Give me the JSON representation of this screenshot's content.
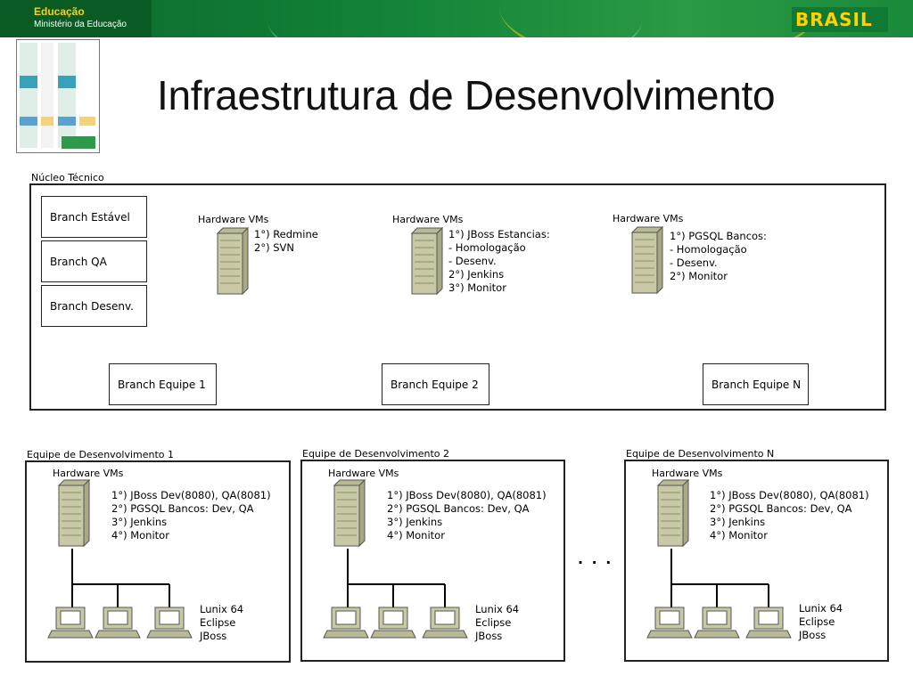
{
  "header": {
    "brand_title": "Educação",
    "brand_subtitle": "Ministério da Educação",
    "logo_text": "BRASIL"
  },
  "title": "Infraestrutura de Desenvolvimento",
  "core": {
    "label": "Núcleo Técnico",
    "branches": [
      "Branch Estável",
      "Branch QA",
      "Branch Desenv."
    ],
    "servers": [
      {
        "header": "Hardware VMs",
        "lines": [
          "1°) Redmine",
          "2°) SVN"
        ]
      },
      {
        "header": "Hardware VMs",
        "lines": [
          "1°) JBoss Estancias:",
          "- Homologação",
          "- Desenv.",
          "2°) Jenkins",
          "3°) Monitor"
        ]
      },
      {
        "header": "Hardware VMs",
        "lines": [
          "1°) PGSQL Bancos:",
          "- Homologação",
          "- Desenv.",
          "2°) Monitor"
        ]
      }
    ],
    "team_branches": [
      "Branch Equipe 1",
      "Branch Equipe 2",
      "Branch Equipe N"
    ]
  },
  "teams": [
    {
      "label": "Equipe de Desenvolvimento 1",
      "hw_header": "Hardware  VMs",
      "lines": [
        "1°) JBoss Dev(8080), QA(8081)",
        "2°) PGSQL Bancos: Dev, QA",
        "3°) Jenkins",
        "4°) Monitor"
      ],
      "client_lines": [
        "Lunix 64",
        "Eclipse",
        "JBoss"
      ]
    },
    {
      "label": "Equipe de Desenvolvimento 2",
      "hw_header": "Hardware  VMs",
      "lines": [
        "1°) JBoss Dev(8080), QA(8081)",
        "2°) PGSQL Bancos: Dev, QA",
        "3°) Jenkins",
        "4°) Monitor"
      ],
      "client_lines": [
        "Lunix 64",
        "Eclipse",
        "JBoss"
      ]
    },
    {
      "label": "Equipe de Desenvolvimento N",
      "hw_header": "Hardware  VMs",
      "lines": [
        "1°) JBoss Dev(8080), QA(8081)",
        "2°) PGSQL Bancos: Dev, QA",
        "3°) Jenkins",
        "4°) Monitor"
      ],
      "client_lines": [
        "Lunix 64",
        "Eclipse",
        "JBoss"
      ]
    }
  ],
  "ellipsis": ". . .",
  "colors": {
    "server_fill": "#c9c9a6",
    "banner_green": "#0f7a33",
    "brand_yellow": "#ffd200"
  }
}
